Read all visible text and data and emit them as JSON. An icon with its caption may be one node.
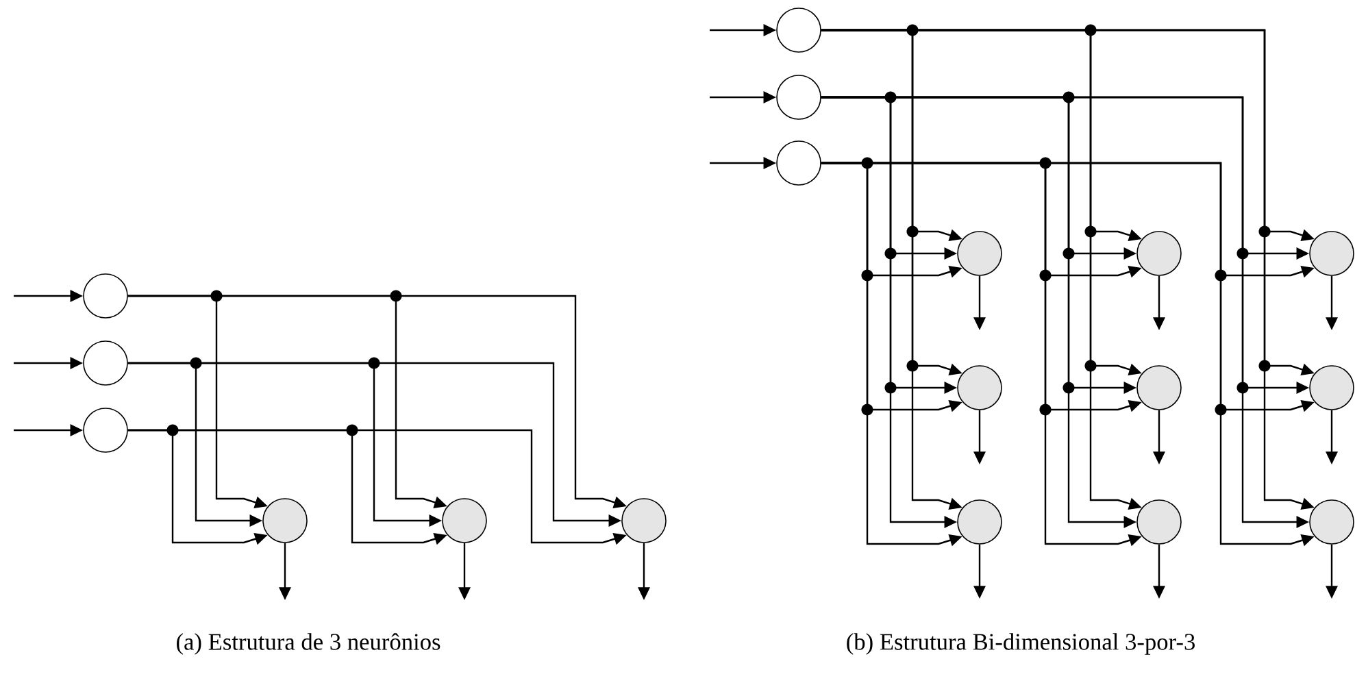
{
  "diagram": {
    "nodes": [
      {
        "text": [],
        "shape": "circle"
      },
      {
        "text": [],
        "shape": "circle"
      },
      {
        "text": [],
        "shape": "circle"
      },
      {
        "text": [],
        "shape": "circle"
      },
      {
        "text": [],
        "shape": "circle"
      },
      {
        "text": [],
        "shape": "circle"
      },
      {
        "text": [],
        "shape": "circle"
      },
      {
        "text": [],
        "shape": "circle"
      },
      {
        "text": [],
        "shape": "circle"
      },
      {
        "text": [],
        "shape": "circle"
      },
      {
        "text": [],
        "shape": "circle"
      },
      {
        "text": [],
        "shape": "circle"
      },
      {
        "text": [],
        "shape": "circle"
      },
      {
        "text": [],
        "shape": "circle"
      },
      {
        "text": [],
        "shape": "circle"
      },
      {
        "text": [],
        "shape": "circle"
      },
      {
        "text": [],
        "shape": "circle"
      },
      {
        "text": [],
        "shape": "circle"
      }
    ],
    "edges": [
      {
        "from": null,
        "to": 0,
        "arrow": "to"
      },
      {
        "from": null,
        "to": 1,
        "arrow": "to"
      },
      {
        "from": null,
        "to": 2,
        "arrow": "to"
      },
      {
        "from": 0,
        "to": 3,
        "arrow": "to"
      },
      {
        "from": 1,
        "to": 3,
        "arrow": "to"
      },
      {
        "from": 2,
        "to": 3,
        "arrow": "to"
      },
      {
        "from": 0,
        "to": 4,
        "arrow": "to"
      },
      {
        "from": 1,
        "to": 4,
        "arrow": "to"
      },
      {
        "from": 2,
        "to": 4,
        "arrow": "to"
      },
      {
        "from": 0,
        "to": 5,
        "arrow": "to"
      },
      {
        "from": 1,
        "to": 5,
        "arrow": "to"
      },
      {
        "from": 2,
        "to": 5,
        "arrow": "to"
      },
      {
        "from": 3,
        "to": null,
        "arrow": "to"
      },
      {
        "from": 4,
        "to": null,
        "arrow": "to"
      },
      {
        "from": 5,
        "to": null,
        "arrow": "to"
      },
      {
        "from": null,
        "to": 6,
        "arrow": "to"
      },
      {
        "from": null,
        "to": 7,
        "arrow": "to"
      },
      {
        "from": null,
        "to": 8,
        "arrow": "to"
      },
      {
        "from": 6,
        "to": 9,
        "arrow": "to"
      },
      {
        "from": 7,
        "to": 9,
        "arrow": "to"
      },
      {
        "from": 8,
        "to": 9,
        "arrow": "to"
      },
      {
        "from": 6,
        "to": 10,
        "arrow": "to"
      },
      {
        "from": 7,
        "to": 10,
        "arrow": "to"
      },
      {
        "from": 8,
        "to": 10,
        "arrow": "to"
      },
      {
        "from": 6,
        "to": 11,
        "arrow": "to"
      },
      {
        "from": 7,
        "to": 11,
        "arrow": "to"
      },
      {
        "from": 8,
        "to": 11,
        "arrow": "to"
      },
      {
        "from": 6,
        "to": 12,
        "arrow": "to"
      },
      {
        "from": 7,
        "to": 12,
        "arrow": "to"
      },
      {
        "from": 8,
        "to": 12,
        "arrow": "to"
      },
      {
        "from": 6,
        "to": 13,
        "arrow": "to"
      },
      {
        "from": 7,
        "to": 13,
        "arrow": "to"
      },
      {
        "from": 8,
        "to": 13,
        "arrow": "to"
      },
      {
        "from": 6,
        "to": 14,
        "arrow": "to"
      },
      {
        "from": 7,
        "to": 14,
        "arrow": "to"
      },
      {
        "from": 8,
        "to": 14,
        "arrow": "to"
      },
      {
        "from": 6,
        "to": 15,
        "arrow": "to"
      },
      {
        "from": 7,
        "to": 15,
        "arrow": "to"
      },
      {
        "from": 8,
        "to": 15,
        "arrow": "to"
      },
      {
        "from": 6,
        "to": 16,
        "arrow": "to"
      },
      {
        "from": 7,
        "to": 16,
        "arrow": "to"
      },
      {
        "from": 8,
        "to": 16,
        "arrow": "to"
      },
      {
        "from": 6,
        "to": 17,
        "arrow": "to"
      },
      {
        "from": 7,
        "to": 17,
        "arrow": "to"
      },
      {
        "from": 8,
        "to": 17,
        "arrow": "to"
      },
      {
        "from": 9,
        "to": null,
        "arrow": "to"
      },
      {
        "from": 10,
        "to": null,
        "arrow": "to"
      },
      {
        "from": 11,
        "to": null,
        "arrow": "to"
      },
      {
        "from": 12,
        "to": null,
        "arrow": "to"
      },
      {
        "from": 13,
        "to": null,
        "arrow": "to"
      },
      {
        "from": 14,
        "to": null,
        "arrow": "to"
      },
      {
        "from": 15,
        "to": null,
        "arrow": "to"
      },
      {
        "from": 16,
        "to": null,
        "arrow": "to"
      },
      {
        "from": 17,
        "to": null,
        "arrow": "to"
      }
    ],
    "labels": [
      "(a)  Estrutura de 3 neurônios",
      "(b)  Estrutura Bi-dimensional 3-por-3"
    ]
  }
}
